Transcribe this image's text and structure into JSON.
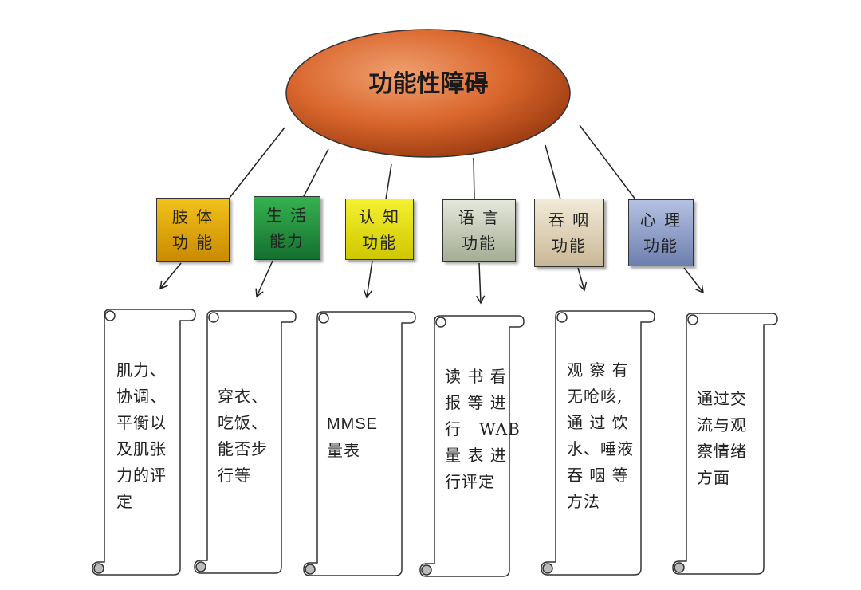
{
  "root": {
    "title": "功能性障碍"
  },
  "categories": [
    {
      "line1": "肢 体",
      "line2": "功 能"
    },
    {
      "line1": "生 活",
      "line2": "能力"
    },
    {
      "line1": "认 知",
      "line2": "功能"
    },
    {
      "line1": "语  言",
      "line2": "功能"
    },
    {
      "line1": "吞 咽",
      "line2": "功能"
    },
    {
      "line1": "心 理",
      "line2": "功能"
    }
  ],
  "details": [
    {
      "lines": [
        "肌力、",
        "协调、",
        "平衡以",
        "及肌张",
        "力的评",
        "定"
      ]
    },
    {
      "lines": [
        "穿衣、",
        "吃饭、",
        "能否步",
        "行等"
      ]
    },
    {
      "lines": [
        "MMSE",
        "量表"
      ]
    },
    {
      "lines": [
        "读 书 看",
        "报 等 进",
        "行   WAB",
        "量 表 进",
        "行评定"
      ]
    },
    {
      "lines": [
        "观 察 有",
        "无呛咳,",
        "通 过 饮",
        "水、唾液",
        "吞 咽 等",
        "方法"
      ]
    },
    {
      "lines": [
        "通过交",
        "流与观",
        "察情绪",
        "方面"
      ]
    }
  ],
  "colors": {
    "root_fill": "#d9662c",
    "category_fills": [
      "#e0a000",
      "#1d8a3a",
      "#e8e000",
      "#c7cdb9",
      "#e3d7bf",
      "#8a9bc8"
    ]
  }
}
